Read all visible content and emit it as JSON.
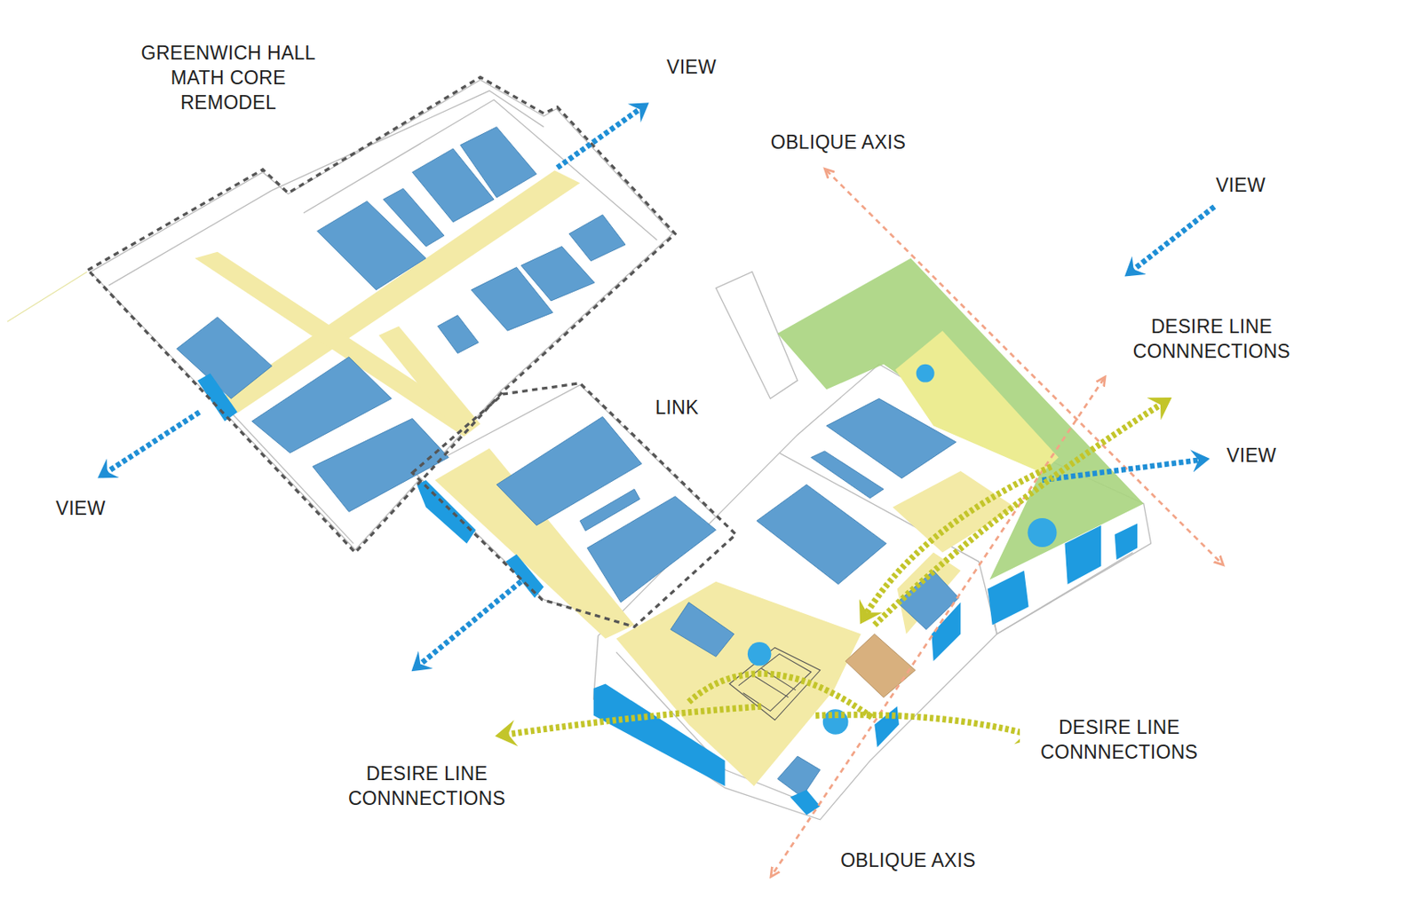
{
  "diagram": {
    "labels": [
      "GREENWICH HALL MATH CORE REMODEL",
      "VIEW",
      "OBLIQUE AXIS",
      "VIEW",
      "DESIRE LINE CONNNECTIONS",
      "LINK",
      "VIEW",
      "VIEW",
      "DESIRE LINE CONNNECTIONS",
      "DESIRE LINE CONNNECTIONS",
      "OBLIQUE AXIS"
    ]
  }
}
